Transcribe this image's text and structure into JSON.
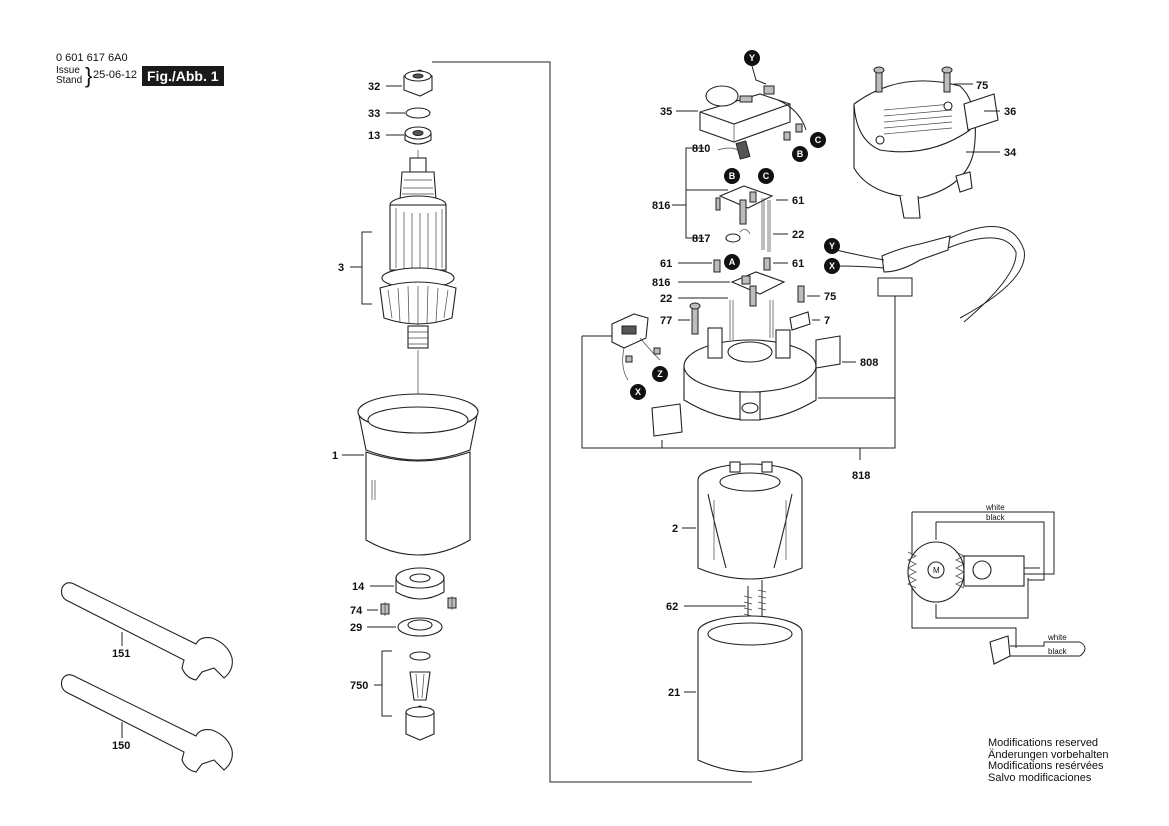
{
  "header": {
    "doc_code": "0 601 617 6A0",
    "issue_label": "Issue",
    "stand_label": "Stand",
    "date": "25-06-12",
    "figure_label": "Fig./Abb. 1"
  },
  "part_labels": {
    "p32": "32",
    "p33": "33",
    "p13": "13",
    "p3": "3",
    "p1": "1",
    "p14": "14",
    "p74": "74",
    "p29": "29",
    "p750": "750",
    "p151": "151",
    "p150": "150",
    "p35": "35",
    "p810": "810",
    "p816a": "816",
    "p817": "817",
    "p61a": "61",
    "p22a": "22",
    "p61b": "61",
    "p61c": "61",
    "p816b": "816",
    "p22b": "22",
    "p75a": "75",
    "p77": "77",
    "p7": "7",
    "p808": "808",
    "p818": "818",
    "p75b": "75",
    "p36": "36",
    "p34": "34",
    "p2": "2",
    "p62": "62",
    "p21": "21"
  },
  "connector_markers": {
    "y1": "Y",
    "b1": "B",
    "c1": "C",
    "b2": "B",
    "c2": "C",
    "a1": "A",
    "y2": "Y",
    "x1": "X",
    "z1": "Z",
    "x2": "X"
  },
  "wiring": {
    "white_top": "white",
    "black_top": "black",
    "white_bottom": "white",
    "black_bottom": "black",
    "motor_symbol": "M"
  },
  "modifications": [
    "Modifications reserved",
    "Änderungen vorbehalten",
    "Modifications resérvées",
    "Salvo modificaciones"
  ]
}
